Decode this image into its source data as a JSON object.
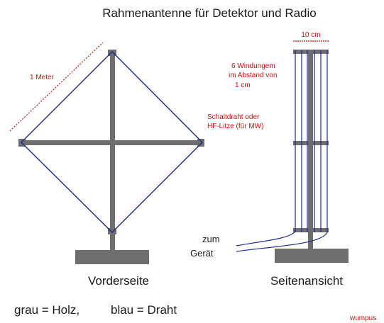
{
  "title": "Rahmenantenne für Detektor und Radio",
  "front": {
    "dimension_label": "1 Meter",
    "wire_label_line1": "Schaltdraht oder",
    "wire_label_line2": "HF-Litze (für MW)",
    "caption": "Vorderseite"
  },
  "side": {
    "width_label": "10 cm",
    "windings_line1": "6 Windungem",
    "windings_line2": "im Abstand von",
    "windings_line3": "1 cm",
    "lead_label_line1": "zum",
    "lead_label_line2": "Gerät",
    "caption": "Seitenansicht",
    "winding_count": 6
  },
  "legend": {
    "wood": "grau = Holz,",
    "wire": "blau = Draht"
  },
  "signature": "wumpus",
  "colors": {
    "wood": "#6e6e6e",
    "wire": "#1c2a8c",
    "dimension": "#cc1111",
    "text": "#1a1a1a"
  }
}
